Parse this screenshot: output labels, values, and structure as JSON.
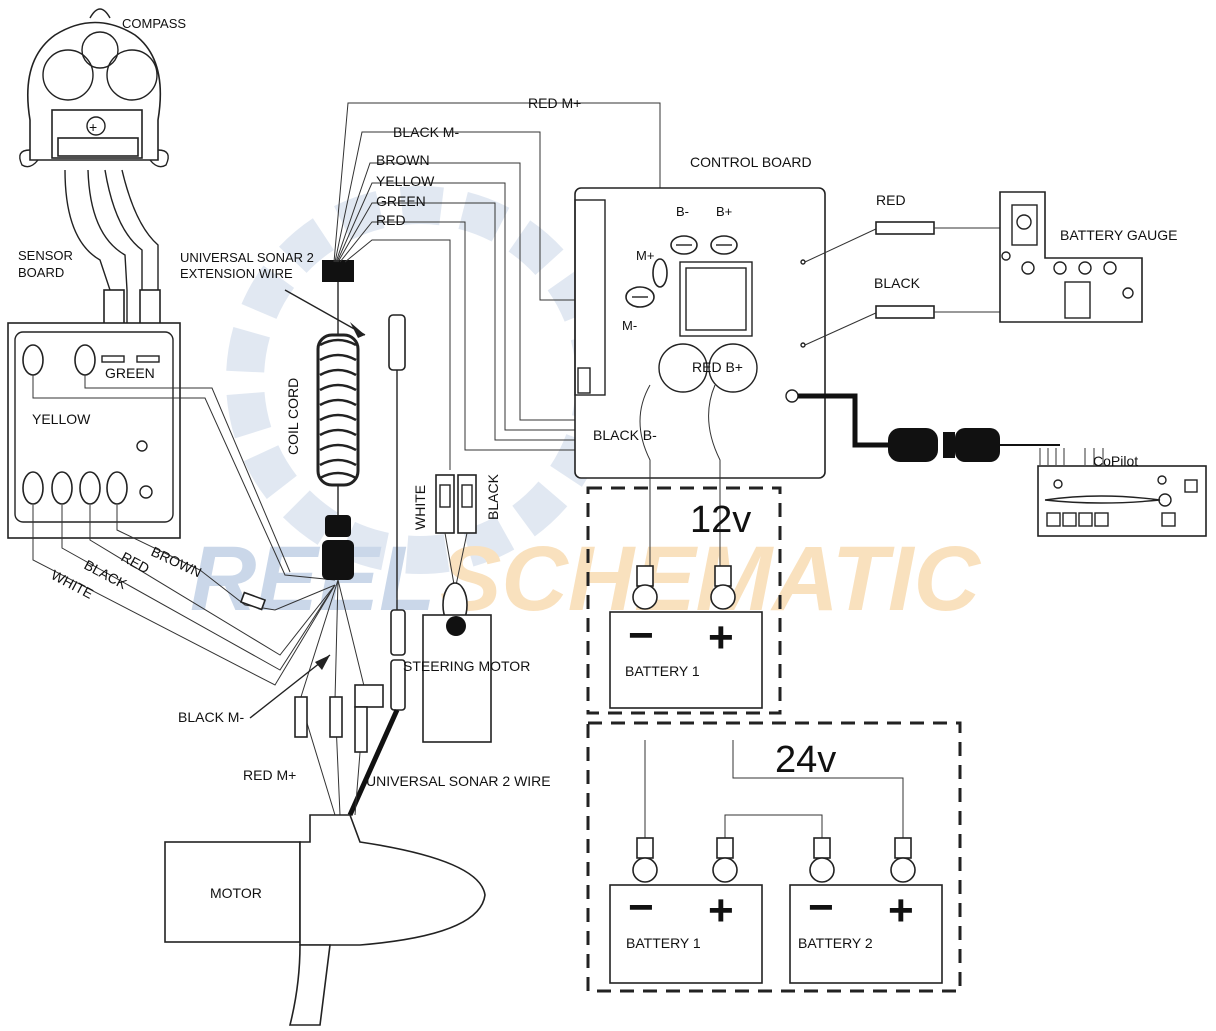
{
  "watermark": {
    "part1": "REEL",
    "part2": "SCHEMATIC",
    "color1": "#9fb8d8",
    "color2": "#f5c98a"
  },
  "labels": {
    "compass": "COMPASS",
    "sensor_board": [
      "SENSOR",
      "BOARD"
    ],
    "green": "GREEN",
    "yellow": "YELLOW",
    "brown": "BROWN",
    "red": "RED",
    "black": "BLACK",
    "white": "WHITE",
    "extension_wire": [
      "UNIVERSAL SONAR 2",
      "EXTENSION WIRE"
    ],
    "coil_cord": "COIL CORD",
    "red_m_plus": "RED M+",
    "black_m_minus": "BLACK M-",
    "brown_top": "BROWN",
    "yellow_top": "YELLOW",
    "green_top": "GREEN",
    "red_top": "RED",
    "control_board": "CONTROL BOARD",
    "b_minus": "B-",
    "b_plus": "B+",
    "m_plus": "M+",
    "m_minus": "M-",
    "red_b_plus": "RED B+",
    "black_b_minus": "BLACK B-",
    "gauge_red": "RED",
    "gauge_black": "BLACK",
    "battery_gauge": "BATTERY GAUGE",
    "copilot": "CoPilot",
    "white_vert": "WHITE",
    "black_vert": "BLACK",
    "steering_motor": "STEERING MOTOR",
    "black_m_minus_bottom": "BLACK M-",
    "red_m_plus_bottom": "RED M+",
    "sonar_wire": "UNIVERSAL SONAR 2 WIRE",
    "motor": "MOTOR",
    "v12": "12v",
    "v24": "24v",
    "battery1": "BATTERY 1",
    "battery1_24": "BATTERY 1",
    "battery2_24": "BATTERY 2",
    "minus": "−",
    "plus": "+"
  }
}
